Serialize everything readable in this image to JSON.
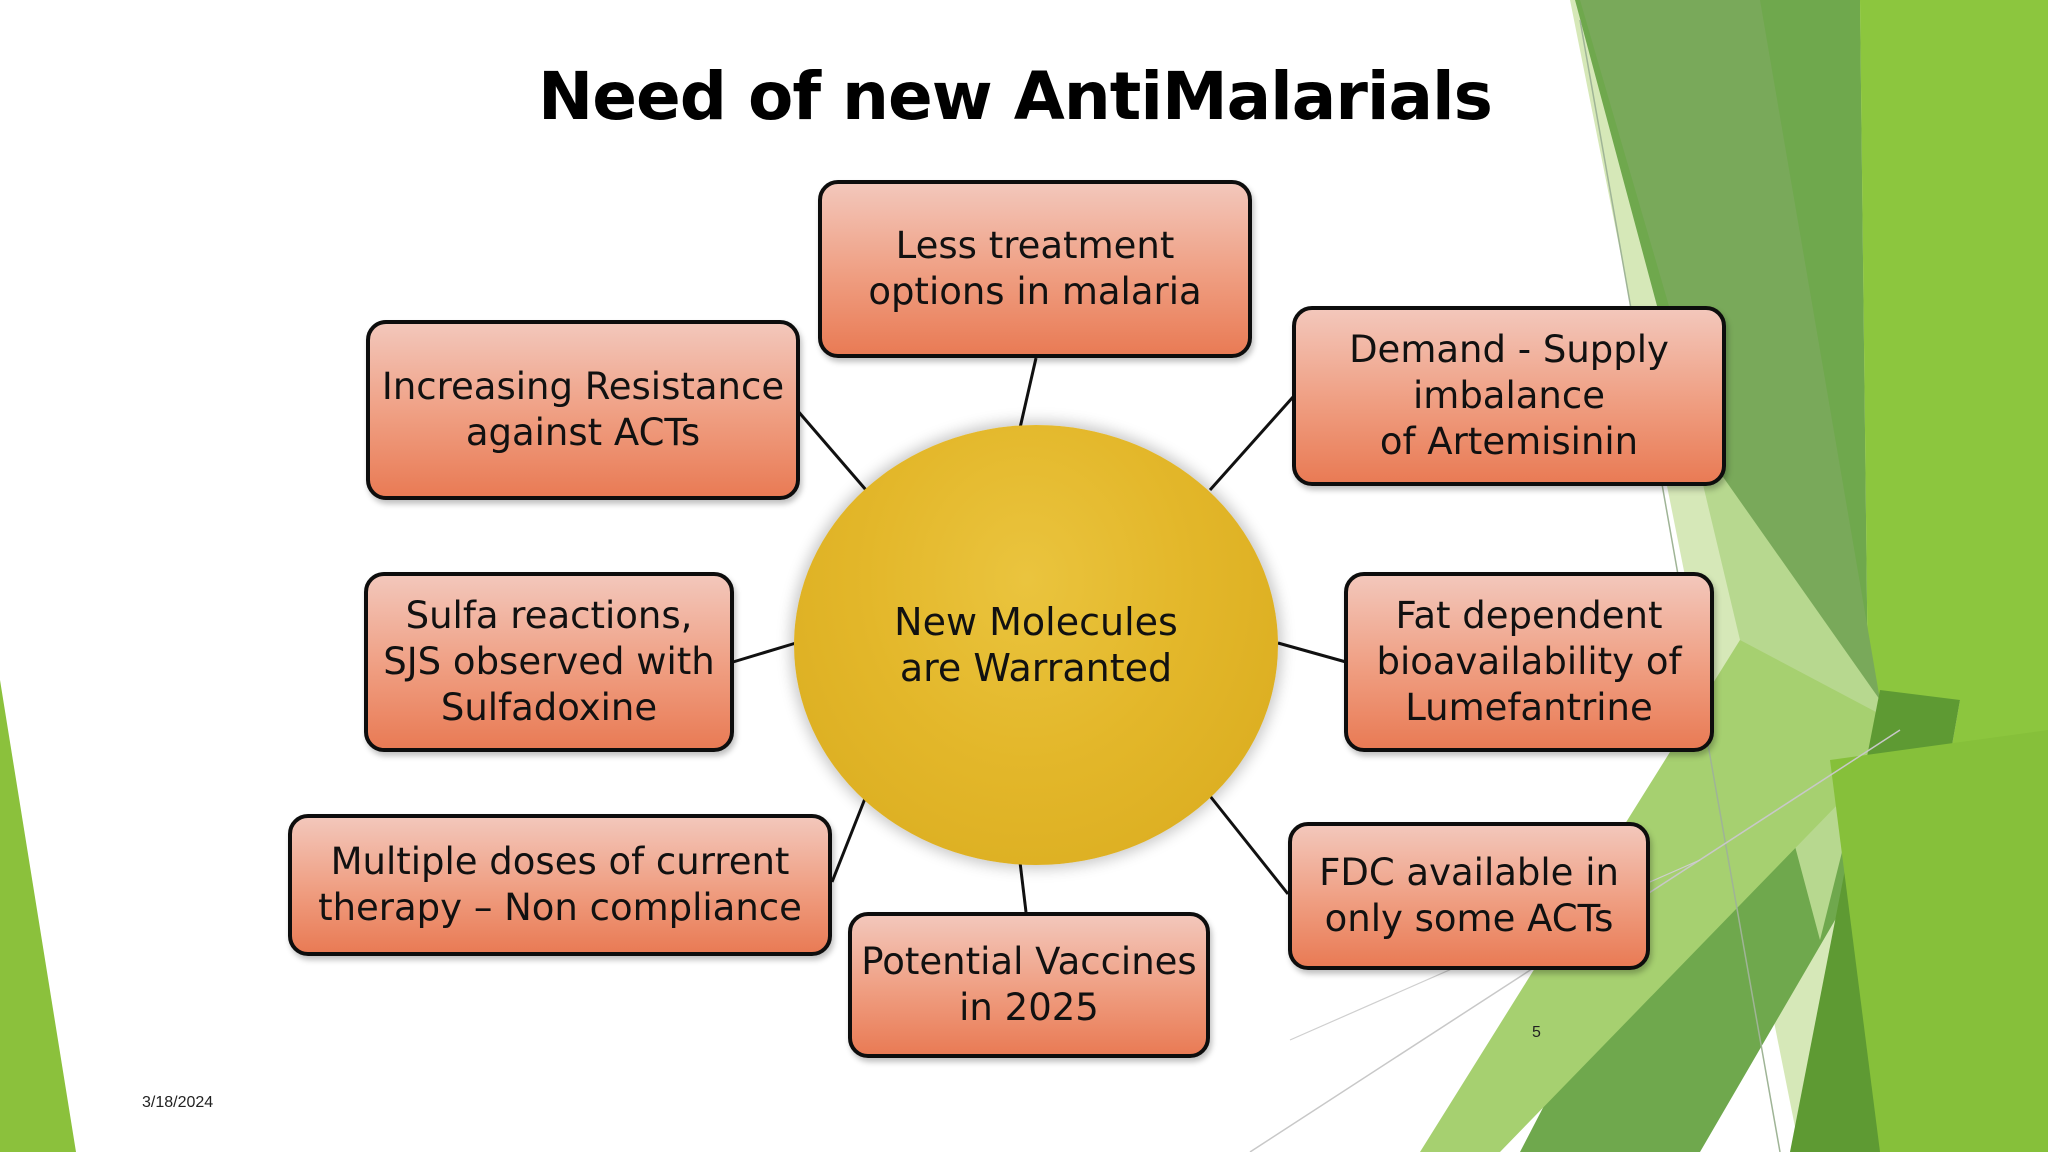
{
  "slide": {
    "title": "Need of new AntiMalarials",
    "date": "3/18/2024",
    "page_number": "5",
    "center": "New Molecules\nare Warranted",
    "boxes": {
      "top": "Less treatment\noptions in malaria",
      "upper_left": "Increasing Resistance\nagainst ACTs",
      "upper_right": "Demand  - Supply\nimbalance\nof Artemisinin",
      "mid_left": "Sulfa reactions,\nSJS observed with\nSulfadoxine",
      "mid_right": "Fat dependent\nbioavailability of\nLumefantrine",
      "lower_left": "Multiple doses of current\ntherapy – Non compliance",
      "bottom": "Potential Vaccines\nin 2025",
      "lower_right": "FDC available in\nonly  some ACTs"
    }
  },
  "colors": {
    "box_fill_top": "#f3c7bb",
    "box_fill_bottom": "#e97b55",
    "box_border": "#0d0d0d",
    "circle_fill": "#e3b72a",
    "accent_green_light": "#8dc63f",
    "accent_green_dark": "#5a9a2e"
  }
}
